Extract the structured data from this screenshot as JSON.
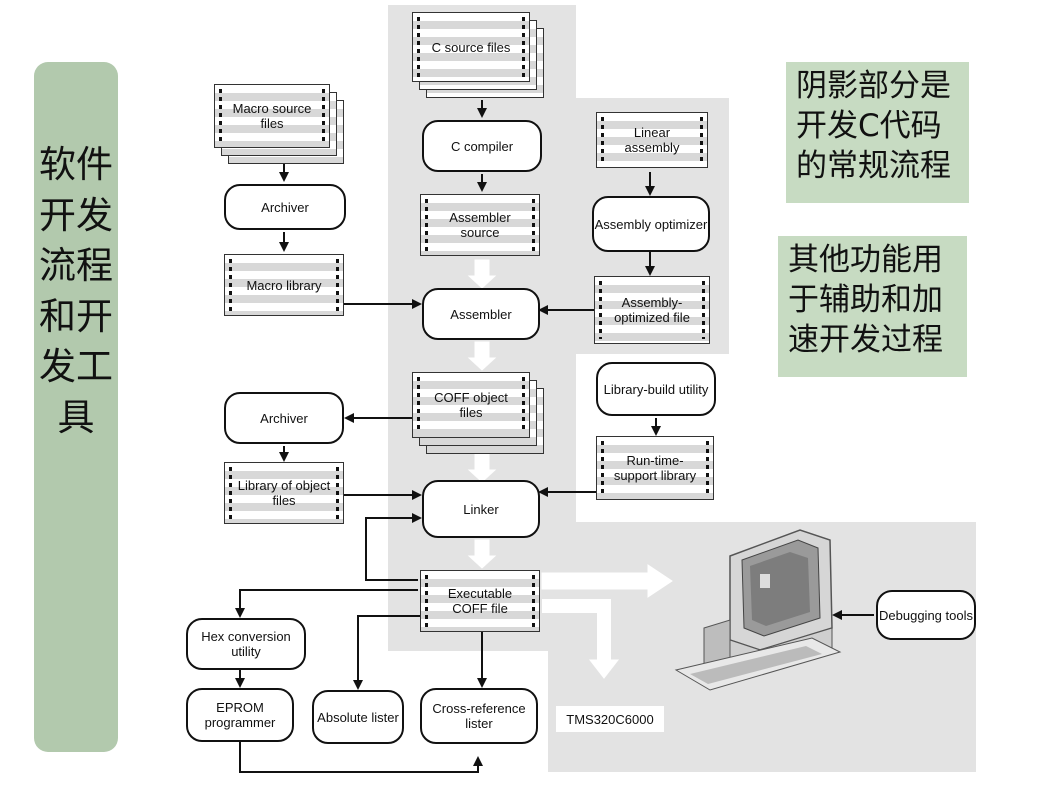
{
  "sidebar": {
    "title": "软件开发流程和开发工具"
  },
  "notes": {
    "shaded": "阴影部分是开发C代码的常规流程",
    "other": "其他功能用于辅助和加速开发过程"
  },
  "nodes": {
    "c_source": "C source files",
    "macro_source": "Macro source files",
    "archiver_top": "Archiver",
    "c_compiler": "C compiler",
    "linear_assembly": "Linear assembly",
    "macro_library": "Macro library",
    "assembler_source": "Assembler source",
    "assembly_optimizer": "Assembly optimizer",
    "assembler": "Assembler",
    "assembly_optimized": "Assembly-optimized file",
    "coff_object": "COFF object files",
    "archiver_mid": "Archiver",
    "library_build": "Library-build utility",
    "library_objects": "Library of object files",
    "runtime_support": "Run-time-support library",
    "linker": "Linker",
    "executable_coff": "Executable COFF file",
    "hex_conversion": "Hex conversion utility",
    "eprom_programmer": "EPROM programmer",
    "absolute_lister": "Absolute lister",
    "cross_reference": "Cross-reference lister",
    "target": "TMS320C6000",
    "debugging_tools": "Debugging tools"
  },
  "colors": {
    "sidebar": "#b2c9ad",
    "note": "#c7dbc2",
    "shade": "#e3e3e3"
  }
}
